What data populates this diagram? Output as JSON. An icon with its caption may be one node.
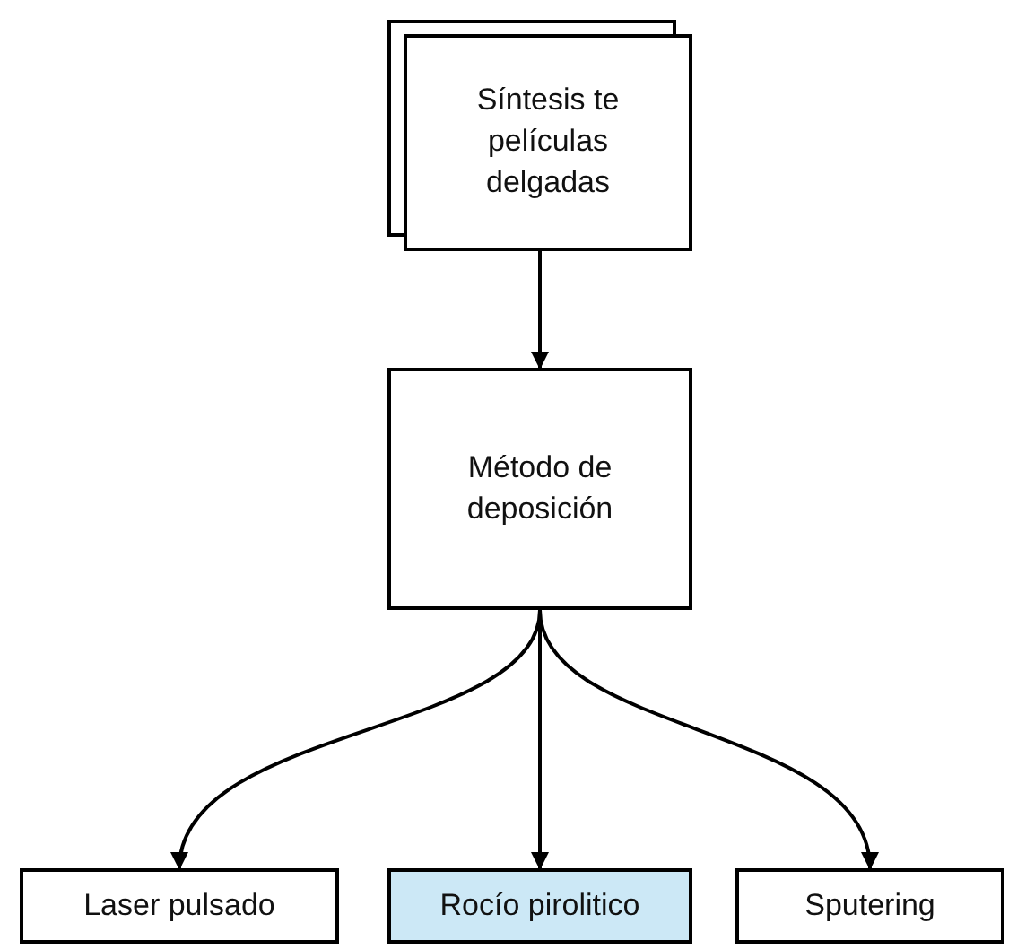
{
  "diagram": {
    "nodes": [
      {
        "text": [
          "Síntesis te películas delgadas"
        ]
      },
      {
        "text": [
          "Método de deposición"
        ]
      },
      {
        "text": [
          "Laser pulsado"
        ]
      },
      {
        "text": [
          "Rocío pirolitico"
        ]
      },
      {
        "text": [
          "Sputering"
        ]
      }
    ],
    "edges": [
      {
        "from": 0,
        "to": 1,
        "arrow": "to"
      },
      {
        "from": 1,
        "to": 2,
        "arrow": "to"
      },
      {
        "from": 1,
        "to": 3,
        "arrow": "to"
      },
      {
        "from": 1,
        "to": 4,
        "arrow": "to"
      }
    ]
  }
}
